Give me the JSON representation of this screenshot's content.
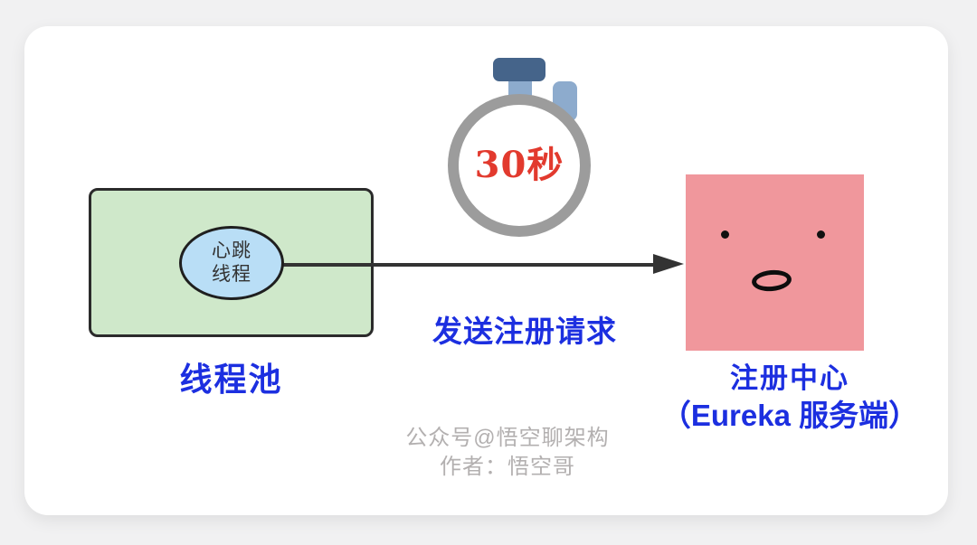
{
  "canvas": {
    "background_color": "#f1f1f2",
    "card_color": "#ffffff"
  },
  "diagram": {
    "timer": {
      "label": "30秒",
      "label_color": "#e23a2e",
      "ring_color": "#9c9c9c",
      "cap_color": "#45648a",
      "side_button_color": "#8dabcd"
    },
    "thread_pool": {
      "box_label": "线程池",
      "box_fill": "#cfe8ca",
      "box_border": "#2b2b2b",
      "ellipse_fill": "#b9def6",
      "ellipse_label_line1": "心跳",
      "ellipse_label_line2": "线程"
    },
    "arrow": {
      "label": "发送注册请求",
      "color": "#333333"
    },
    "registry": {
      "fill": "#f0979c",
      "label_line1": "注册中心",
      "label_line2": "（Eureka 服务端）",
      "face_color": "#0d0d0d"
    },
    "accent_text_color": "#1c2fe0",
    "watermark": {
      "line1": "公众号@悟空聊架构",
      "line2": "作者：悟空哥",
      "color": "#b3b0b0"
    }
  }
}
